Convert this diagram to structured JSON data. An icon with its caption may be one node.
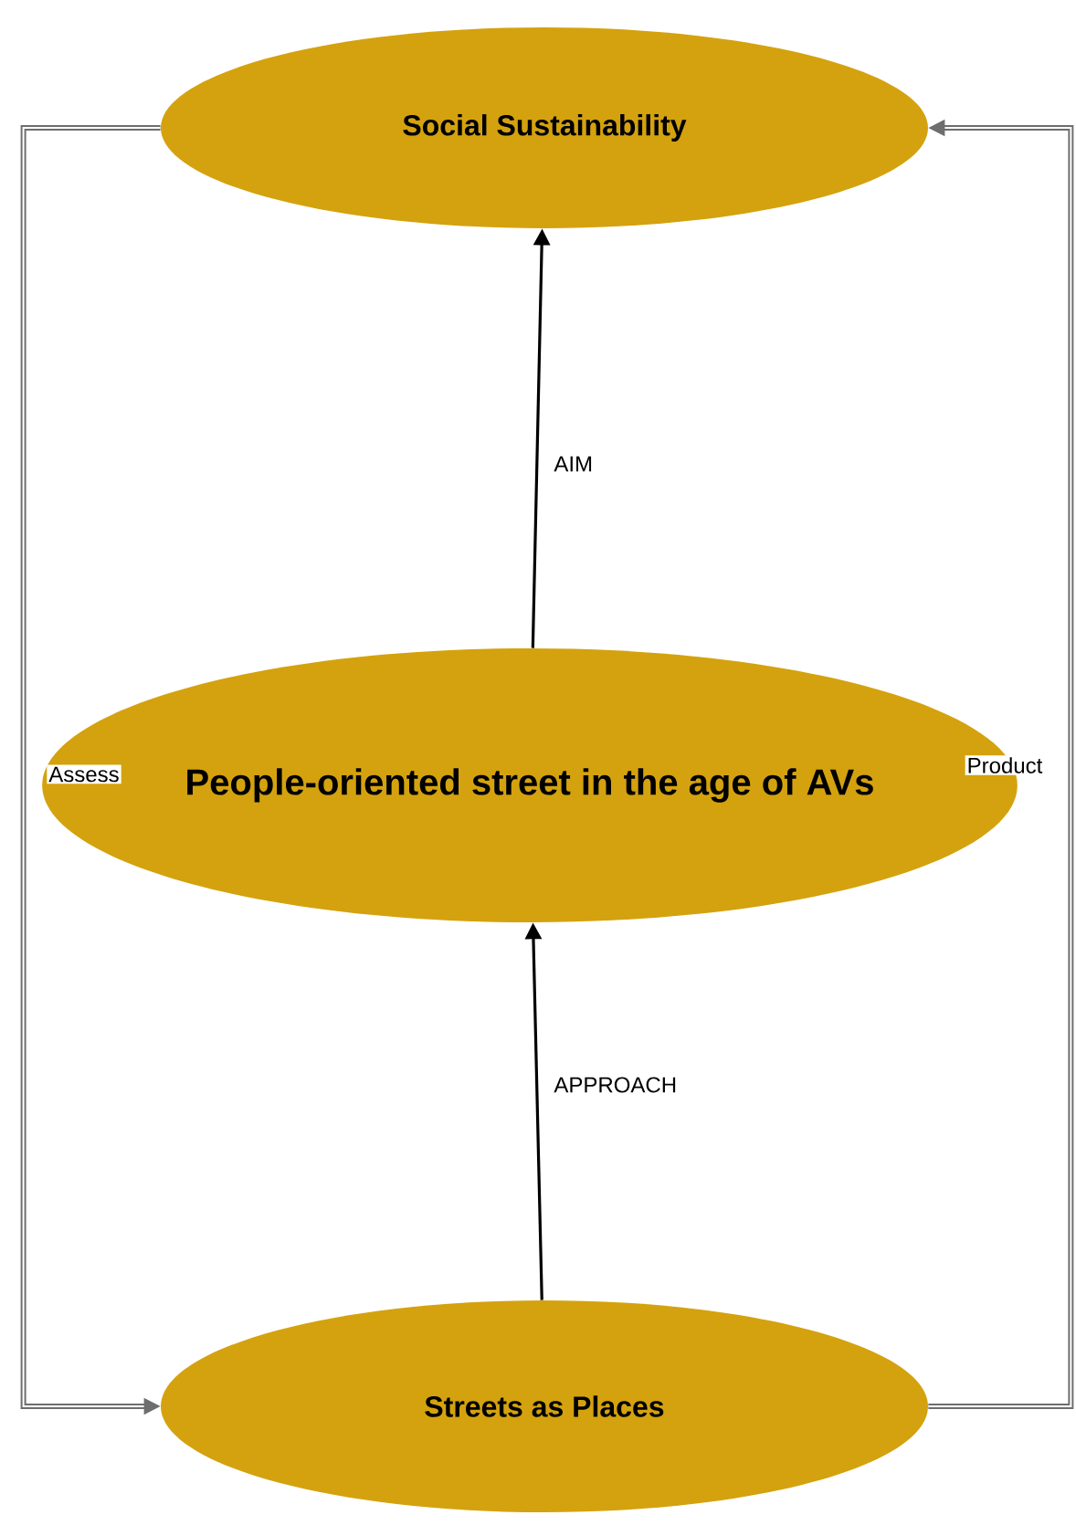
{
  "diagram": {
    "nodes": [
      {
        "text": [
          "Social Sustainability"
        ]
      },
      {
        "text": [
          "People-oriented street in the age of AVs"
        ]
      },
      {
        "text": [
          "Streets as Places"
        ]
      }
    ],
    "edges": [
      {
        "from": 1,
        "to": 0,
        "arrow": "to",
        "label": "AIM"
      },
      {
        "from": 2,
        "to": 1,
        "arrow": "to",
        "label": "APPROACH"
      },
      {
        "from": 0,
        "to": 2,
        "arrow": "to",
        "label": "Assess",
        "color": "#6e6e6e"
      },
      {
        "from": 2,
        "to": 0,
        "arrow": "to",
        "label": "Product",
        "color": "#6e6e6e"
      }
    ]
  }
}
